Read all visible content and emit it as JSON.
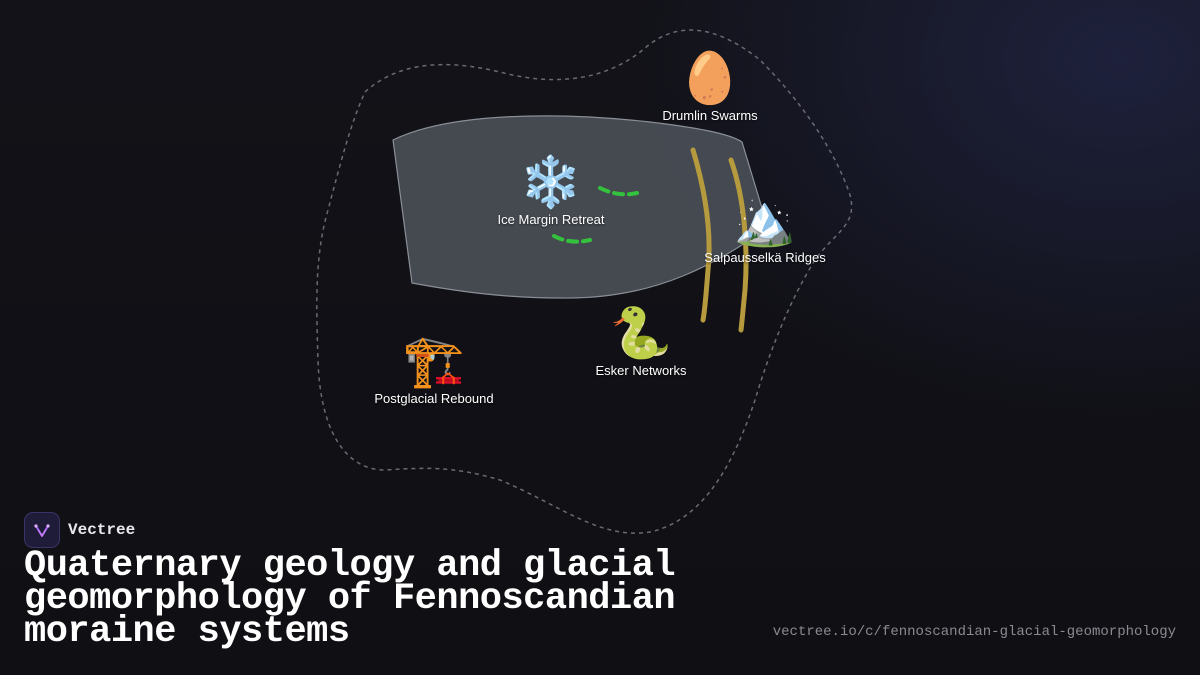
{
  "brand": {
    "name": "Vectree",
    "logo_icon": "vectree-logo-icon",
    "logo_color": "#c77dff"
  },
  "title": "Quaternary geology and glacial geomorphology of Fennoscandian moraine systems",
  "url": "vectree.io/c/fennoscandian-glacial-geomorphology",
  "nodes": [
    {
      "id": "drumlin",
      "label": "Drumlin Swarms",
      "emoji": "🥚",
      "icon": "egg-icon"
    },
    {
      "id": "ice",
      "label": "Ice Margin Retreat",
      "emoji": "❄️",
      "icon": "snowflake-icon"
    },
    {
      "id": "salpausselka",
      "label": "Salpausselkä Ridges",
      "emoji": "🏔️",
      "icon": "snow-mountain-icon"
    },
    {
      "id": "esker",
      "label": "Esker Networks",
      "emoji": "🐍",
      "icon": "snake-icon"
    },
    {
      "id": "rebound",
      "label": "Postglacial Rebound",
      "emoji": "🏗️",
      "icon": "crane-icon"
    }
  ],
  "colors": {
    "background": "#101016",
    "region_fill": "#4a4f57",
    "ridge": "#b59a3e",
    "dash_green": "#34c23e",
    "outline": "#6a6a72"
  }
}
